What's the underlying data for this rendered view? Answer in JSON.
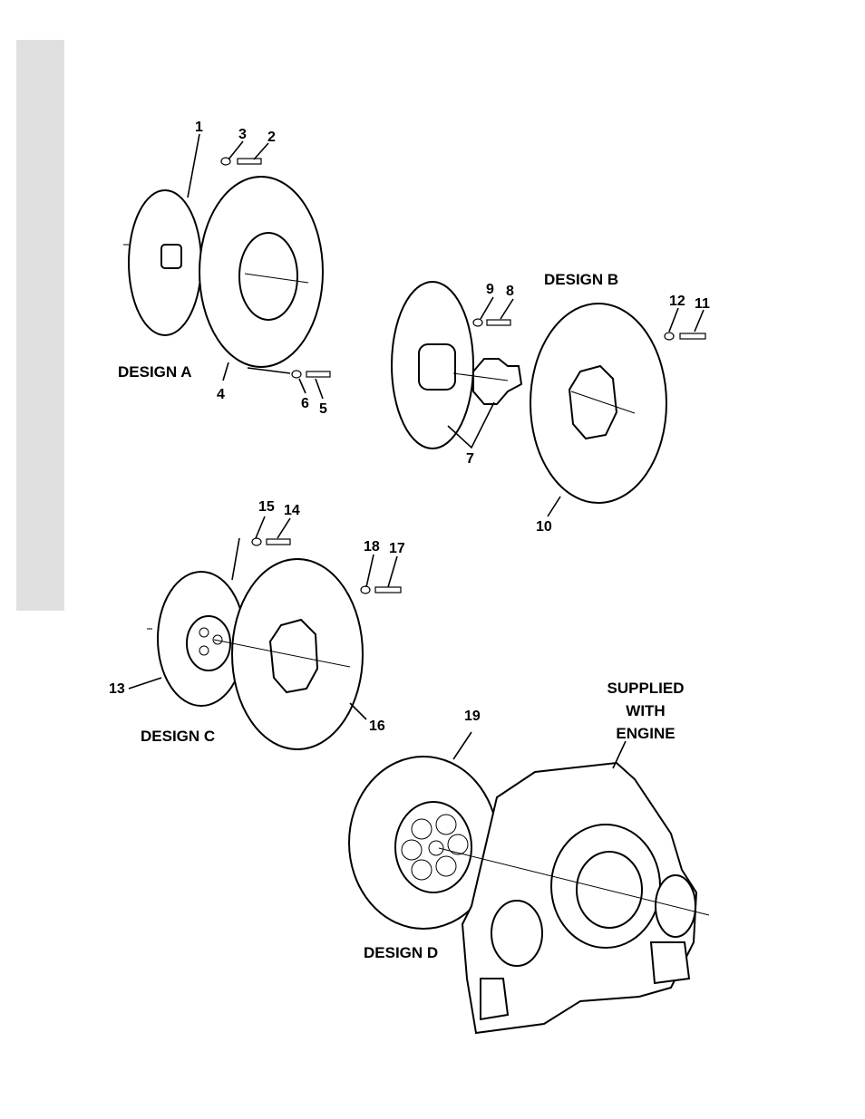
{
  "designs": {
    "a": "DESIGN A",
    "b": "DESIGN B",
    "c": "DESIGN C",
    "d": "DESIGN D"
  },
  "supplied": [
    "SUPPLIED",
    "WITH",
    "ENGINE"
  ],
  "callouts": [
    "1",
    "2",
    "3",
    "4",
    "5",
    "6",
    "7",
    "8",
    "9",
    "10",
    "11",
    "12",
    "13",
    "14",
    "15",
    "16",
    "17",
    "18",
    "19"
  ]
}
